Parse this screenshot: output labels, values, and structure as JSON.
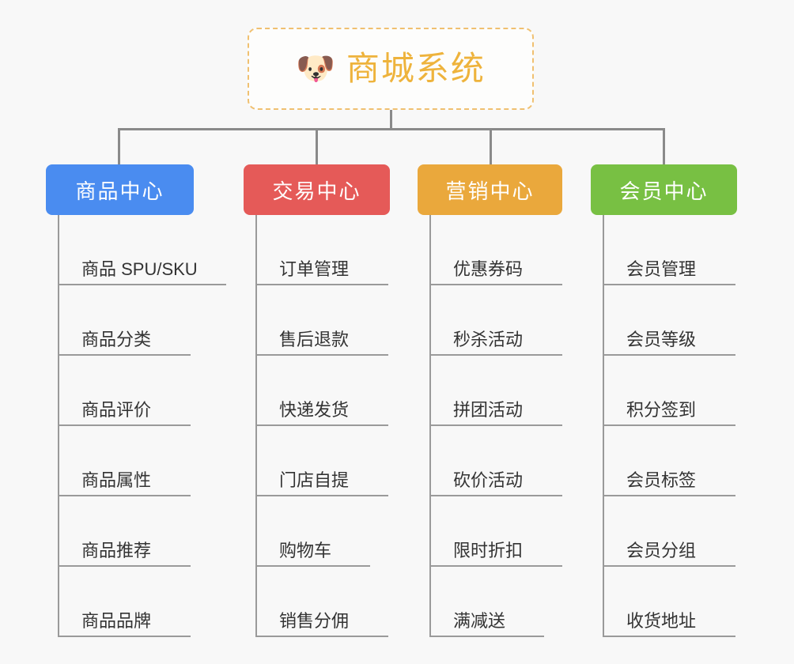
{
  "page": {
    "background_color": "#f8f8f8",
    "line_color": "#8a8a8a"
  },
  "root": {
    "icon": "dog-face-emoji",
    "emoji": "🐶",
    "title": "商城系统",
    "title_color": "#eeb33c",
    "border_color": "#f0c070"
  },
  "columns": [
    {
      "key": "product-center",
      "title": "商品中心",
      "color": "#4a8cf0",
      "items": [
        {
          "label": "商品 SPU/SKU"
        },
        {
          "label": "商品分类"
        },
        {
          "label": "商品评价"
        },
        {
          "label": "商品属性"
        },
        {
          "label": "商品推荐"
        },
        {
          "label": "商品品牌"
        }
      ]
    },
    {
      "key": "trade-center",
      "title": "交易中心",
      "color": "#e55a58",
      "items": [
        {
          "label": "订单管理"
        },
        {
          "label": "售后退款"
        },
        {
          "label": "快递发货"
        },
        {
          "label": "门店自提"
        },
        {
          "label": "购物车"
        },
        {
          "label": "销售分佣"
        }
      ]
    },
    {
      "key": "marketing-center",
      "title": "营销中心",
      "color": "#eaa83c",
      "items": [
        {
          "label": "优惠券码"
        },
        {
          "label": "秒杀活动"
        },
        {
          "label": "拼团活动"
        },
        {
          "label": "砍价活动"
        },
        {
          "label": "限时折扣"
        },
        {
          "label": "满减送"
        }
      ]
    },
    {
      "key": "member-center",
      "title": "会员中心",
      "color": "#78c043",
      "items": [
        {
          "label": "会员管理"
        },
        {
          "label": "会员等级"
        },
        {
          "label": "积分签到"
        },
        {
          "label": "会员标签"
        },
        {
          "label": "会员分组"
        },
        {
          "label": "收货地址"
        }
      ]
    }
  ]
}
